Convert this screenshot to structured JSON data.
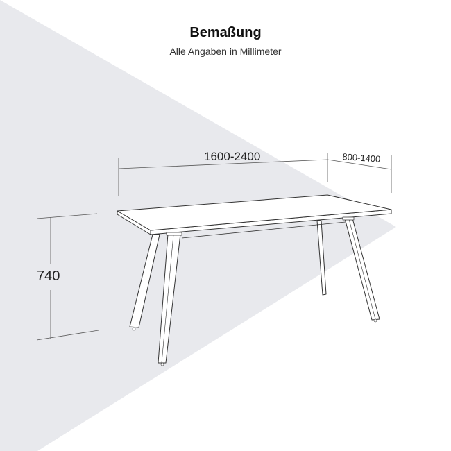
{
  "header": {
    "title": "Bemaßung",
    "subtitle": "Alle Angaben in Millimeter"
  },
  "dimensions": {
    "length": "1600-2400",
    "depth": "800-1400",
    "height": "740"
  },
  "colors": {
    "background_shape": "#e8e9ed",
    "line": "#333333"
  }
}
